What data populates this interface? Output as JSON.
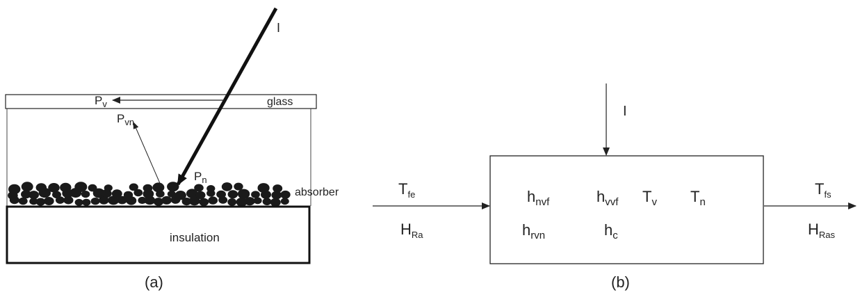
{
  "panel_a": {
    "incident_label": "I",
    "glass_label": "glass",
    "absorber_label": "absorber",
    "insulation_label": "insulation",
    "caption": "(a)",
    "pv": {
      "main": "P",
      "sub": "v"
    },
    "pvn": {
      "main": "P",
      "sub": "vn"
    },
    "pn": {
      "main": "P",
      "sub": "n"
    }
  },
  "panel_b": {
    "input_label": "I",
    "caption": "(b)",
    "inlet_temp": {
      "main": "T",
      "sub": "fe"
    },
    "inlet_humidity": {
      "main": "H",
      "sub": "Ra"
    },
    "outlet_temp": {
      "main": "T",
      "sub": "fs"
    },
    "outlet_humidity": {
      "main": "H",
      "sub": "Ras"
    },
    "coefficients": {
      "h_nvf": {
        "main": "h",
        "sub": "nvf"
      },
      "h_vvf": {
        "main": "h",
        "sub": "vvf"
      },
      "t_v": {
        "main": "T",
        "sub": "v"
      },
      "t_n": {
        "main": "T",
        "sub": "n"
      },
      "h_rvn": {
        "main": "h",
        "sub": "rvn"
      },
      "h_c": {
        "main": "h",
        "sub": "c"
      }
    }
  },
  "colors": {
    "stroke": "#222222",
    "pebble": "#1a1a1a",
    "background": "#ffffff"
  }
}
